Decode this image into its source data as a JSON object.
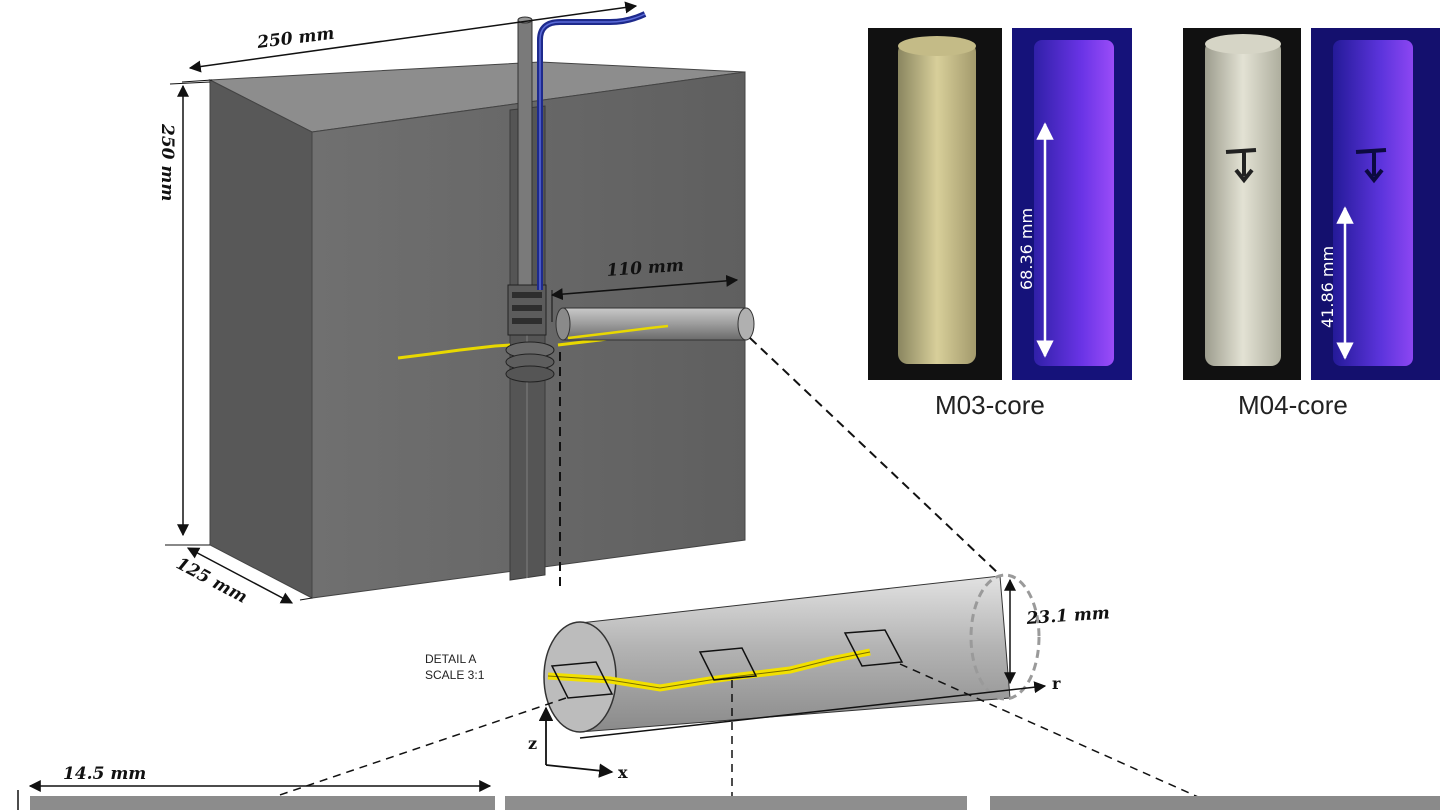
{
  "dimensions": {
    "block_width": "250 mm",
    "block_height": "250 mm",
    "block_depth": "125 mm",
    "tube_length": "110 mm",
    "core_diameter": "23.1 mm",
    "slice_width": "14.5 mm"
  },
  "detail": {
    "line1": "DETAIL A",
    "line2": "SCALE 3:1"
  },
  "axes": {
    "z": "z",
    "x": "x",
    "r": "r"
  },
  "cores": [
    {
      "label": "M03-core",
      "length": "68.36 mm"
    },
    {
      "label": "M04-core",
      "length": "41.86 mm"
    }
  ],
  "colors": {
    "block_front": "#6e6e6e",
    "block_top": "#8a8a8a",
    "block_side": "#5a5a5a",
    "fracture": "#f2e000",
    "tube_blue": "#1e2a8c",
    "uv_background": "#1a1570",
    "uv_glow": "#7a3cf0"
  }
}
